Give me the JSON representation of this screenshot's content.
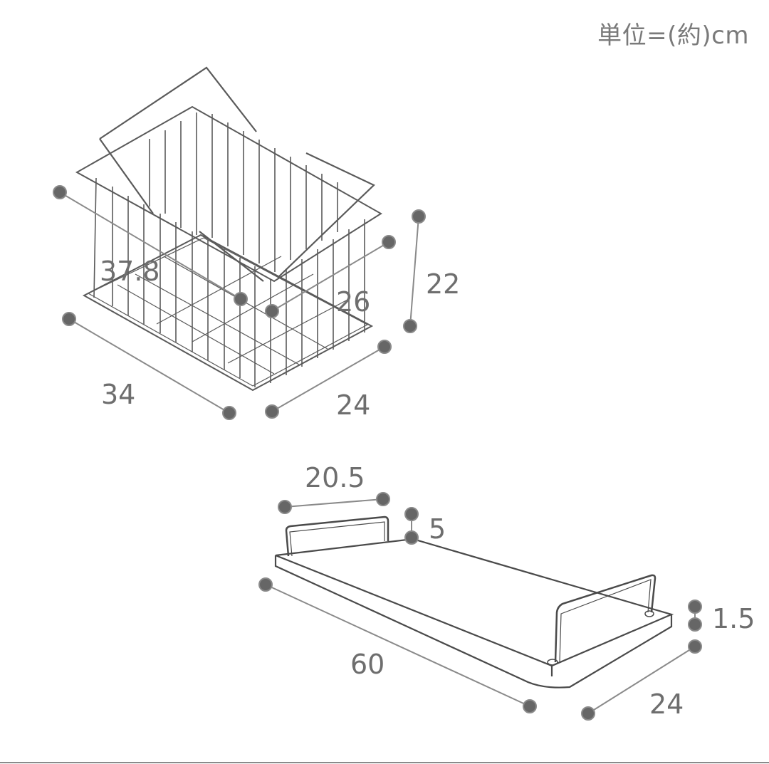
{
  "unit_label": "単位=(約)cm",
  "basket": {
    "name": "wire basket",
    "dimensions": {
      "diagonal": "37.8",
      "top_depth": "26",
      "height": "22",
      "width": "34",
      "depth": "24"
    }
  },
  "tray": {
    "name": "tray with handles",
    "dimensions": {
      "handle_width": "20.5",
      "handle_height": "5",
      "thickness": "1.5",
      "length": "60",
      "depth": "24"
    }
  },
  "colors": {
    "line": "#555555",
    "dot": "#666666",
    "dim_line": "#8a8a8a",
    "text": "#6e6e6e"
  }
}
